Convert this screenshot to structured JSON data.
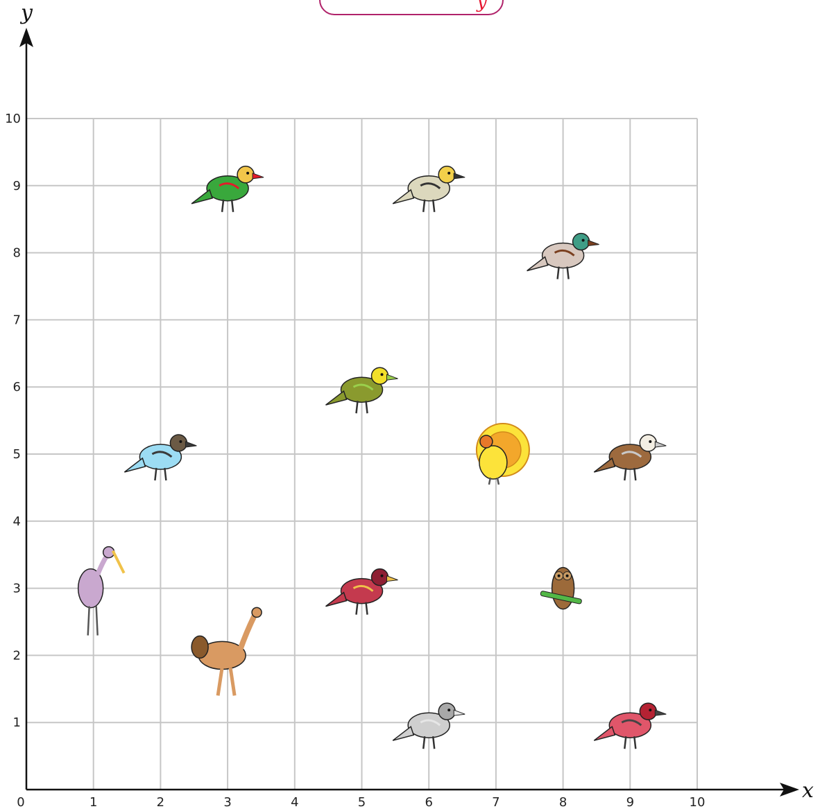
{
  "title_fragment": "y",
  "axes": {
    "x_name": "x",
    "y_name": "y"
  },
  "chart_data": {
    "type": "scatter",
    "xlim": [
      0,
      10
    ],
    "ylim": [
      0,
      10
    ],
    "x_ticks": [
      "0",
      "1",
      "2",
      "3",
      "4",
      "5",
      "6",
      "7",
      "8",
      "9",
      "10"
    ],
    "y_ticks": [
      "1",
      "2",
      "3",
      "4",
      "5",
      "6",
      "7",
      "8",
      "9",
      "10"
    ],
    "grid": true,
    "points": [
      {
        "name": "parrot",
        "x": 3,
        "y": 9,
        "colors": [
          "#39a83c",
          "#f2c64a",
          "#e41b2a"
        ]
      },
      {
        "name": "pelican",
        "x": 6,
        "y": 9,
        "colors": [
          "#dcd8bd",
          "#f2d04a",
          "#333333"
        ]
      },
      {
        "name": "mallard",
        "x": 8,
        "y": 8,
        "colors": [
          "#d8c8bf",
          "#3f9d86",
          "#7a3f1f"
        ]
      },
      {
        "name": "warbler",
        "x": 5,
        "y": 6,
        "colors": [
          "#8a9a2e",
          "#f1df2a",
          "#9ad04c"
        ]
      },
      {
        "name": "goose",
        "x": 2,
        "y": 5,
        "colors": [
          "#9cdcf3",
          "#6b5a45",
          "#3a3a3a"
        ]
      },
      {
        "name": "turkey",
        "x": 7,
        "y": 5,
        "colors": [
          "#fce33a",
          "#f3a72b",
          "#e8782a"
        ]
      },
      {
        "name": "thrush",
        "x": 9,
        "y": 5,
        "colors": [
          "#9d6a3e",
          "#f3eee3",
          "#c9c9c9"
        ]
      },
      {
        "name": "spoonbill",
        "x": 1,
        "y": 3,
        "colors": [
          "#c9a8cf",
          "#f0c24a",
          "#555555"
        ]
      },
      {
        "name": "eagle",
        "x": 5,
        "y": 3,
        "colors": [
          "#c43a4e",
          "#8e1f33",
          "#f0c24a"
        ]
      },
      {
        "name": "owl",
        "x": 8,
        "y": 3,
        "colors": [
          "#9c6a3a",
          "#c99b63",
          "#53b847"
        ]
      },
      {
        "name": "emu",
        "x": 3,
        "y": 2,
        "colors": [
          "#d99a62",
          "#8a5a2c",
          "#3a3a3a"
        ]
      },
      {
        "name": "pigeon",
        "x": 6,
        "y": 1,
        "colors": [
          "#cfcfcf",
          "#a8a8a8",
          "#e6e6e6"
        ]
      },
      {
        "name": "hen",
        "x": 9,
        "y": 1,
        "colors": [
          "#e0566a",
          "#b52233",
          "#444444"
        ]
      }
    ]
  }
}
